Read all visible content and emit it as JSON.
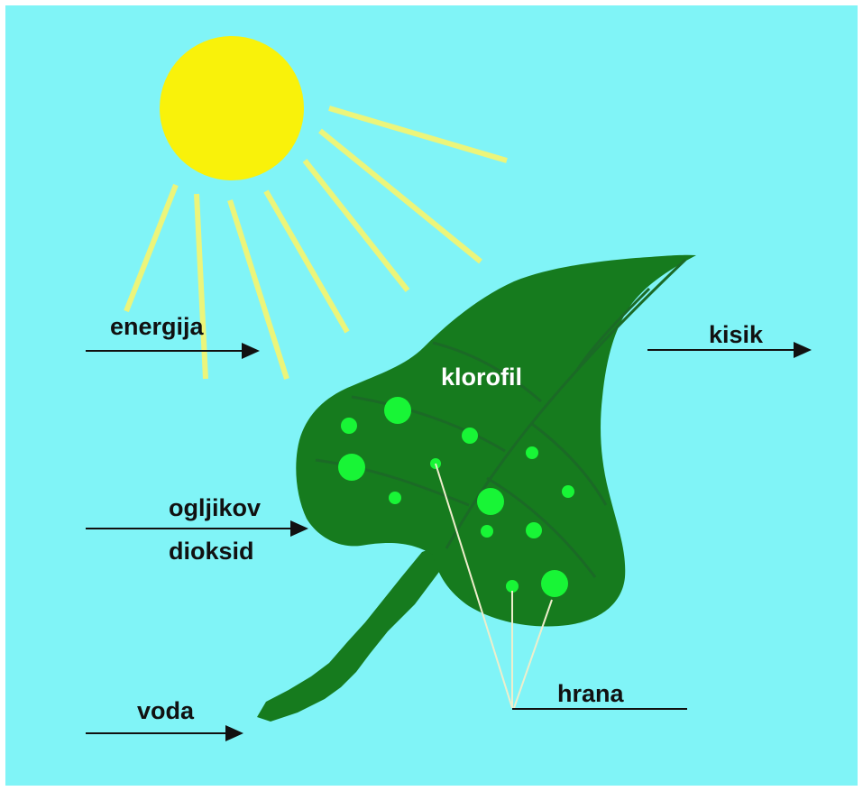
{
  "labels": {
    "energy": "energija",
    "oxygen": "kisik",
    "chlorophyll": "klorofil",
    "co2_line1": "ogljikov",
    "co2_line2": "dioksid",
    "water": "voda",
    "food": "hrana"
  },
  "icons": {
    "sun": "sun-icon",
    "leaf": "leaf-icon"
  },
  "colors": {
    "background": "#80f4f7",
    "frame": "#ffffff",
    "sun": "#f9f20a",
    "rays": "#ecf57a",
    "leaf": "#167b1e",
    "veins": "#1b6a26",
    "dots": "#18f536",
    "text_dark": "#111111",
    "text_light": "#ffffff",
    "pointer_lines": "#eeeecc"
  }
}
